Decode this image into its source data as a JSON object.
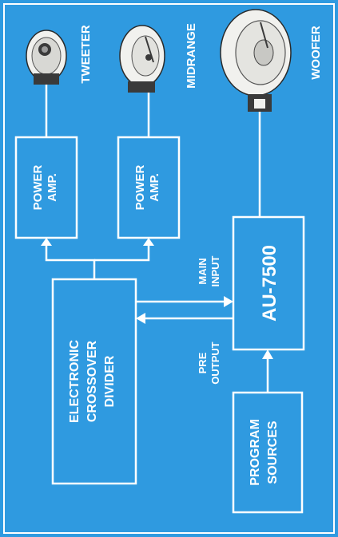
{
  "colors": {
    "background": "#2f9ae0",
    "border": "#ffffff",
    "foreground": "#ffffff",
    "speaker_light": "#f1f1ee",
    "speaker_dark": "#3a3a3a"
  },
  "blocks": {
    "program_sources": {
      "line1": "PROGRAM",
      "line2": "SOURCES"
    },
    "amplifier": {
      "label": "AU-7500"
    },
    "crossover": {
      "line1": "ELECTRONIC",
      "line2": "CROSSOVER",
      "line3": "DIVIDER"
    },
    "power_amp_tweeter": {
      "line1": "POWER",
      "line2": "AMP."
    },
    "power_amp_midrange": {
      "line1": "POWER",
      "line2": "AMP."
    }
  },
  "connection_labels": {
    "pre_output": {
      "line1": "PRE",
      "line2": "OUTPUT"
    },
    "main_input": {
      "line1": "MAIN",
      "line2": "INPUT"
    }
  },
  "speakers": {
    "tweeter": "TWEETER",
    "midrange": "MIDRANGE",
    "woofer": "WOOFER"
  }
}
